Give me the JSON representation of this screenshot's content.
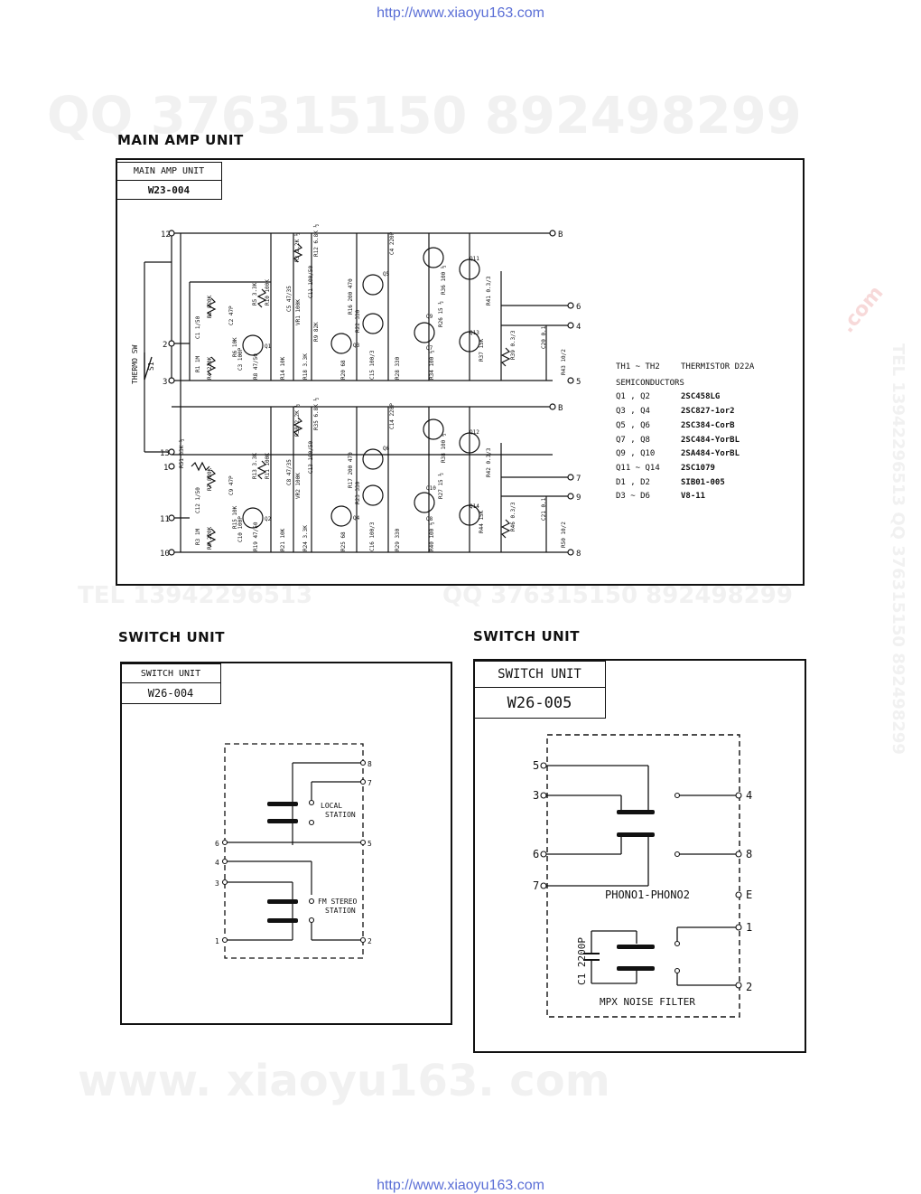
{
  "urls": {
    "top": "http://www.xiaoyu163.com",
    "bottom": "http://www.xiaoyu163.com"
  },
  "watermarks": {
    "qq_top": "QQ 376315150   892498299",
    "tel_mid": "TEL 13942296513",
    "qq_mid": "QQ 376315150 892498299",
    "site_bottom": "www. xiaoyu163. com",
    "side_right": "TEL 13942296513 QQ 376315150 892498299",
    "dotcom": ".com"
  },
  "main_amp": {
    "section_title": "MAIN AMP UNIT",
    "tab_title": "MAIN AMP UNIT",
    "tab_code": "W23-004",
    "switch_label": "THERMO SW",
    "switch_ref": "S1",
    "pins_left_top": [
      "12",
      "2",
      "3"
    ],
    "pins_left_bottom": [
      "13",
      "1",
      "11",
      "10"
    ],
    "pins_right_top": [
      "B",
      "6",
      "4",
      "5"
    ],
    "pins_right_bottom": [
      "B",
      "7",
      "9",
      "8"
    ],
    "part_labels_top": [
      "R3 2.2K ½",
      "R12 6.8K ½",
      "C4 220P",
      "C11 100/50",
      "R2 820K",
      "R5 3.3K",
      "R10 100K",
      "C2 47P",
      "C5 47/35",
      "VR1 100K",
      "R16 200 470",
      "R22 330",
      "R26 15 ½",
      "R36 100 ½",
      "R41 0.3/3",
      "C1 1/50",
      "R1 1M",
      "R4 220K",
      "R6 10K",
      "C3 100P",
      "R8 47/50",
      "R14 10K",
      "R18 3.3K",
      "R20 68",
      "C15 100/3",
      "R28 330",
      "R34 100 ½",
      "R37 15K",
      "R39 0.3/3",
      "C20 0.1",
      "R43 10/2",
      "R9 82K"
    ],
    "part_labels_bottom": [
      "R30 2.2K ½",
      "R35 6.8K ½",
      "C14 220P",
      "C13 100/50",
      "R51 33K ½",
      "R7 820K",
      "R13 3.3K",
      "R11 100K",
      "C9 47P",
      "C8 47/35",
      "VR2 100K",
      "R17 200 470",
      "R23 330",
      "R27 15 ½",
      "R38 100 ½",
      "R42 0.3/3",
      "C12 1/50",
      "R3 1M",
      "R9 220K",
      "R15 10K",
      "C10 100P",
      "R19 47/50",
      "R21 10K",
      "R24 3.3K",
      "R25 68",
      "C16 100/3",
      "R29 330",
      "R40 100 ½",
      "R44 15K",
      "R46 0.3/3",
      "C21 0.1",
      "R50 10/2"
    ],
    "transistors_top": [
      "Q1",
      "Q3",
      "Q5",
      "Q7",
      "Q9",
      "Q11",
      "Q13"
    ],
    "transistors_bottom": [
      "Q2",
      "Q4",
      "Q6",
      "Q8",
      "Q10",
      "Q12",
      "Q14"
    ],
    "legend": {
      "thermistor_key": "TH1 ~ TH2",
      "thermistor_value": "THERMISTOR D22A",
      "heading": "SEMICONDUCTORS",
      "rows": [
        {
          "key": "Q1 , Q2",
          "value": "2SC458LG"
        },
        {
          "key": "Q3 , Q4",
          "value": "2SC827-1or2"
        },
        {
          "key": "Q5 , Q6",
          "value": "2SC384-CorB"
        },
        {
          "key": "Q7 , Q8",
          "value": "2SC484-YorBL"
        },
        {
          "key": "Q9 , Q10",
          "value": "2SA484-YorBL"
        },
        {
          "key": "Q11 ~ Q14",
          "value": "2SC1079"
        },
        {
          "key": "D1 , D2",
          "value": "SIB01-005"
        },
        {
          "key": "D3 ~ D6",
          "value": "V8-11"
        }
      ]
    }
  },
  "switch_004": {
    "section_title": "SWITCH UNIT",
    "tab_title": "SWITCH UNIT",
    "tab_code": "W26-004",
    "label_local": [
      "LOCAL",
      "STATION"
    ],
    "label_fm": [
      "FM STEREO",
      "STATION"
    ],
    "pins_left": [
      "6",
      "4",
      "3",
      "1"
    ],
    "pins_right": [
      "8",
      "7",
      "5",
      "2"
    ]
  },
  "switch_005": {
    "section_title": "SWITCH UNIT",
    "tab_title": "SWITCH UNIT",
    "tab_code": "W26-005",
    "label_phono": "PHONO1-PHONO2",
    "label_mpx": "MPX NOISE FILTER",
    "cap_label": "C1 2200P",
    "pins_left": [
      "5",
      "3",
      "6",
      "7"
    ],
    "pins_right": [
      "4",
      "8",
      "E",
      "1",
      "2"
    ]
  }
}
